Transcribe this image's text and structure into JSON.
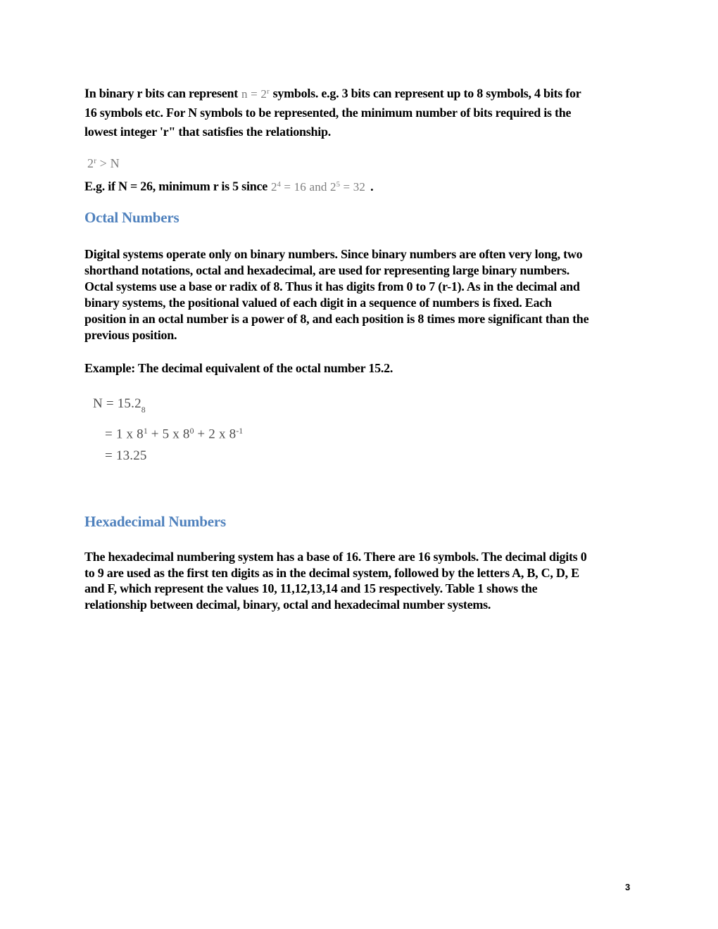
{
  "document": {
    "page_number": "3",
    "colors": {
      "heading": "#4F81BD",
      "body": "#000000",
      "equation_inline": "#7d7d7d",
      "equation_block": "#4d4d4d"
    },
    "intro": {
      "line1_prefix": "In binary r bits can represent",
      "line1_eq": {
        "base": "n = 2",
        "sup": "r"
      },
      "line1_suffix": "symbols. e.g. 3 bits can represent up to 8 symbols, 4 bits for",
      "line2": "16 symbols etc. For N symbols to be represented, the minimum number of bits required is the",
      "line3": "lowest integer 'r\" that satisfies the relationship."
    },
    "relation_eq": [
      {
        "t": "t",
        "v": "2"
      },
      {
        "t": "s",
        "v": "r"
      },
      {
        "t": "t",
        "v": " > N"
      }
    ],
    "example_n26": {
      "prefix": "E.g. if N = 26, minimum r is 5 since",
      "eq": [
        {
          "t": "t",
          "v": "2"
        },
        {
          "t": "s",
          "v": "4"
        },
        {
          "t": "t",
          "v": " = 16 and 2"
        },
        {
          "t": "s",
          "v": "5"
        },
        {
          "t": "t",
          "v": " = 32"
        }
      ],
      "suffix": "."
    },
    "octal": {
      "heading": "Octal Numbers",
      "para_lines": [
        "Digital systems operate only on binary numbers. Since binary numbers are often very long, two",
        "shorthand notations, octal and hexadecimal, are used for representing large binary numbers.",
        "Octal systems use a base or radix of 8. Thus it has digits from 0 to 7 (r-1). As in the decimal and",
        "binary systems, the positional valued of each digit in a sequence of numbers is fixed. Each",
        "position in an octal number is a power of 8, and each position is 8 times more significant than the",
        "previous position."
      ],
      "example_caption": "Example: The decimal equivalent of the octal number 15.2.",
      "equation": {
        "line1": [
          {
            "t": "t",
            "v": "N = 15.2"
          },
          {
            "t": "b",
            "v": "8"
          }
        ],
        "line2": [
          {
            "t": "t",
            "v": "= 1 x 8"
          },
          {
            "t": "s",
            "v": "1"
          },
          {
            "t": "t",
            "v": " + 5 x 8"
          },
          {
            "t": "s",
            "v": "0"
          },
          {
            "t": "t",
            "v": " + 2 x 8"
          },
          {
            "t": "s",
            "v": "-1"
          }
        ],
        "line3": [
          {
            "t": "t",
            "v": "= 13.25"
          }
        ]
      }
    },
    "hex": {
      "heading": "Hexadecimal Numbers",
      "para_lines": [
        "The hexadecimal numbering system has a base of 16. There are 16 symbols. The decimal digits 0",
        "to 9 are used as the first ten digits as in the decimal system, followed by the letters A, B, C, D, E",
        "and F, which represent the values 10, 11,12,13,14 and 15 respectively. Table 1 shows the",
        "relationship between decimal, binary, octal and hexadecimal number systems."
      ]
    }
  }
}
